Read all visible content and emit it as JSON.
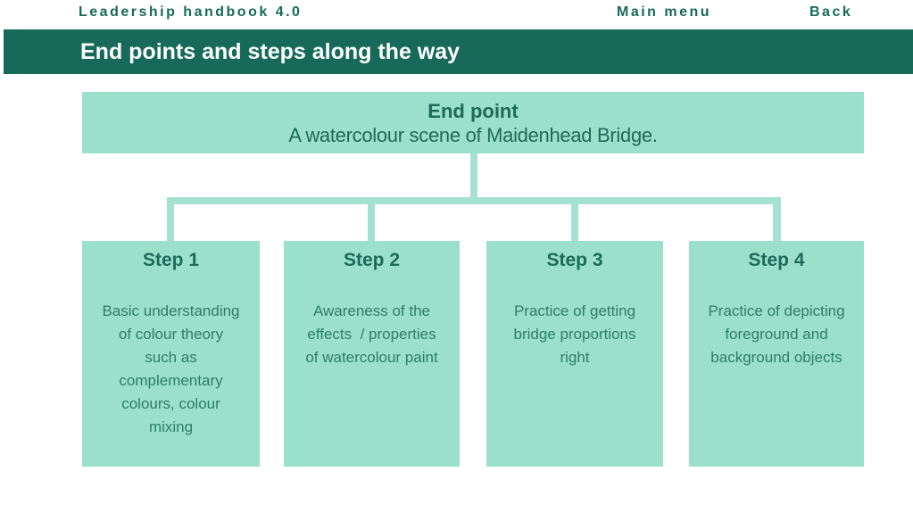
{
  "top_nav": {
    "brand": "Leadership handbook 4.0",
    "main_menu": "Main menu",
    "back": "Back"
  },
  "header": {
    "title": "End points and steps along the way"
  },
  "diagram": {
    "end_point": {
      "title": "End point",
      "subtitle": "A watercolour scene of Maidenhead Bridge."
    },
    "steps": [
      {
        "label": "Step 1",
        "text": "Basic understanding\nof colour theory\nsuch as\ncomplementary\ncolours, colour\nmixing"
      },
      {
        "label": "Step 2",
        "text": "Awareness of the\neffects  / properties\nof watercolour paint"
      },
      {
        "label": "Step 3",
        "text": "Practice of getting\nbridge proportions\nright"
      },
      {
        "label": "Step 4",
        "text": "Practice of depicting\nforeground and\nbackground objects"
      }
    ]
  },
  "colors": {
    "header_bar": "#17695A",
    "nav_text": "#17695A",
    "box_fill": "#9BE0CB",
    "connector": "#A5E1D1",
    "heading_text": "#1E6B58",
    "body_text": "#2E7E69",
    "title_text": "#FFFFFF"
  }
}
